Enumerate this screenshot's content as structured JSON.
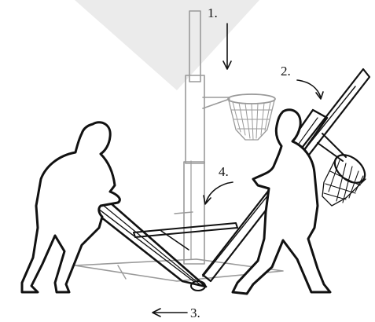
{
  "steps": [
    {
      "label": "1."
    },
    {
      "label": "2."
    },
    {
      "label": "3."
    },
    {
      "label": "4."
    }
  ],
  "colors": {
    "ink": "#111111",
    "ghost": "#9a9a9a",
    "shade": "#ebebeb"
  }
}
